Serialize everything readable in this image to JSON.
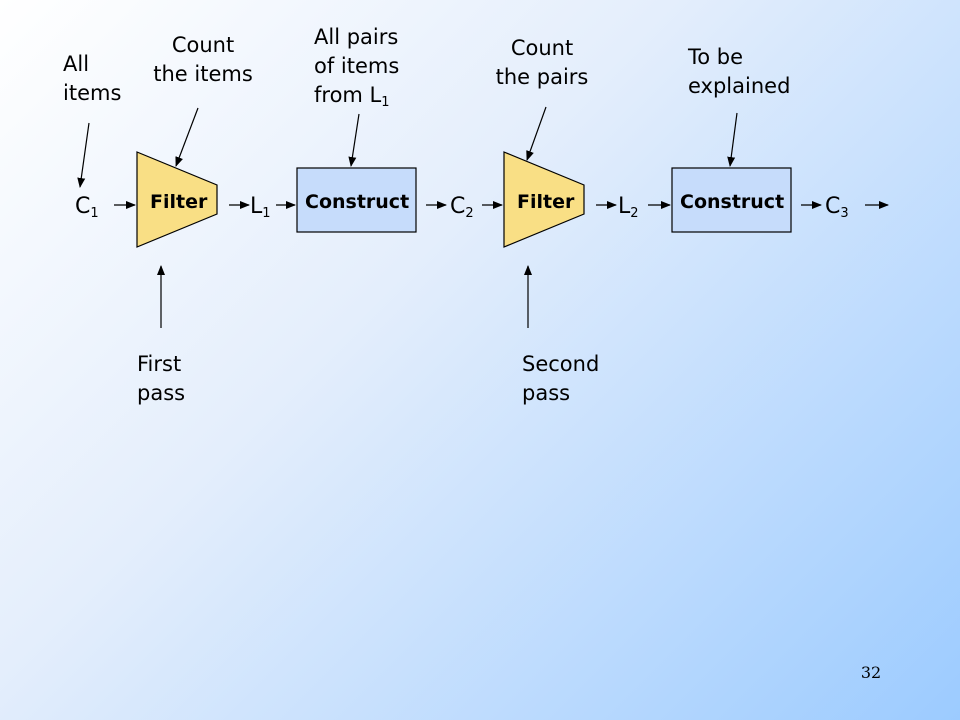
{
  "colors": {
    "filter_fill": "#f9df85",
    "construct_fill": "#c6dcfb",
    "background_start": "#ffffff",
    "background_end": "#9ccbff"
  },
  "annotations": {
    "all_items": [
      "All",
      "items"
    ],
    "count_items": [
      "Count",
      "the items"
    ],
    "all_pairs": [
      "All pairs",
      "of items",
      "from L",
      "1"
    ],
    "count_pairs": [
      "Count",
      "the pairs"
    ],
    "to_be_explained": [
      "To be",
      "explained"
    ],
    "first_pass": [
      "First",
      "pass"
    ],
    "second_pass": [
      "Second",
      "pass"
    ]
  },
  "pipeline": {
    "c1": {
      "letter": "C",
      "sub": "1"
    },
    "filter1": "Filter",
    "l1": {
      "letter": "L",
      "sub": "1"
    },
    "construct1": "Construct",
    "c2": {
      "letter": "C",
      "sub": "2"
    },
    "filter2": "Filter",
    "l2": {
      "letter": "L",
      "sub": "2"
    },
    "construct2": "Construct",
    "c3": {
      "letter": "C",
      "sub": "3"
    }
  },
  "page_number": "32"
}
